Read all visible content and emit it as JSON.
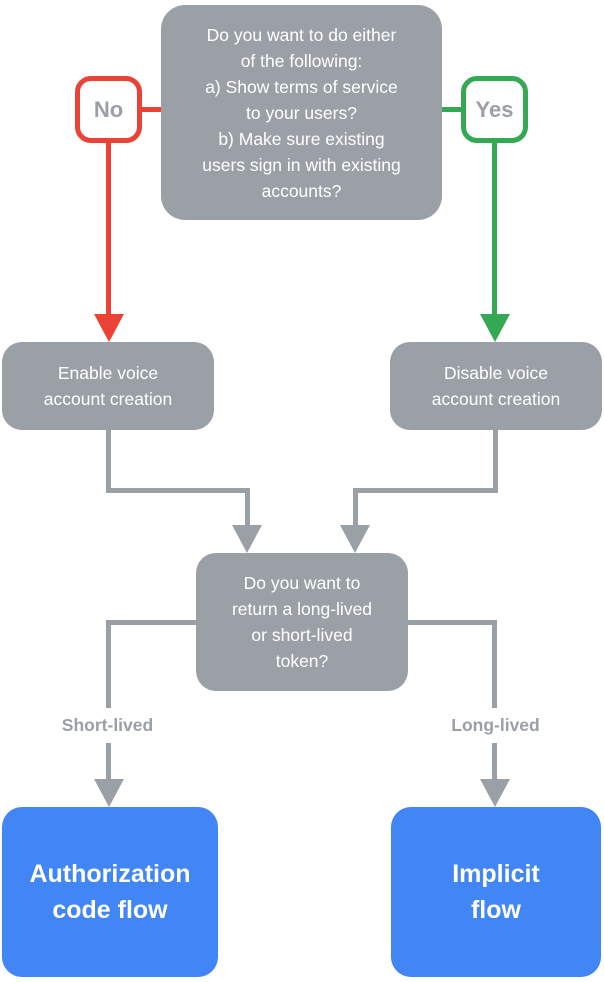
{
  "colors": {
    "gray": "#9AA0A6",
    "red": "#EA4335",
    "green": "#34A853",
    "blue": "#4285F4",
    "muted": "#9AA0A6",
    "white": "#FFFFFF",
    "bg": "#FFFFFF"
  },
  "flowchart": {
    "top_question": "Do you want to do either\nof the following:\na) Show terms of service\nto your users?\nb) Make sure existing\nusers sign in with existing\naccounts?",
    "no_label": "No",
    "yes_label": "Yes",
    "enable_box": "Enable voice\naccount creation",
    "disable_box": "Disable voice\naccount creation",
    "token_question": "Do you want to\nreturn a long-lived\nor short-lived\ntoken?",
    "short_lived_label": "Short-lived",
    "long_lived_label": "Long-lived",
    "authorization_box": "Authorization\ncode flow",
    "implicit_box": "Implicit\nflow"
  }
}
